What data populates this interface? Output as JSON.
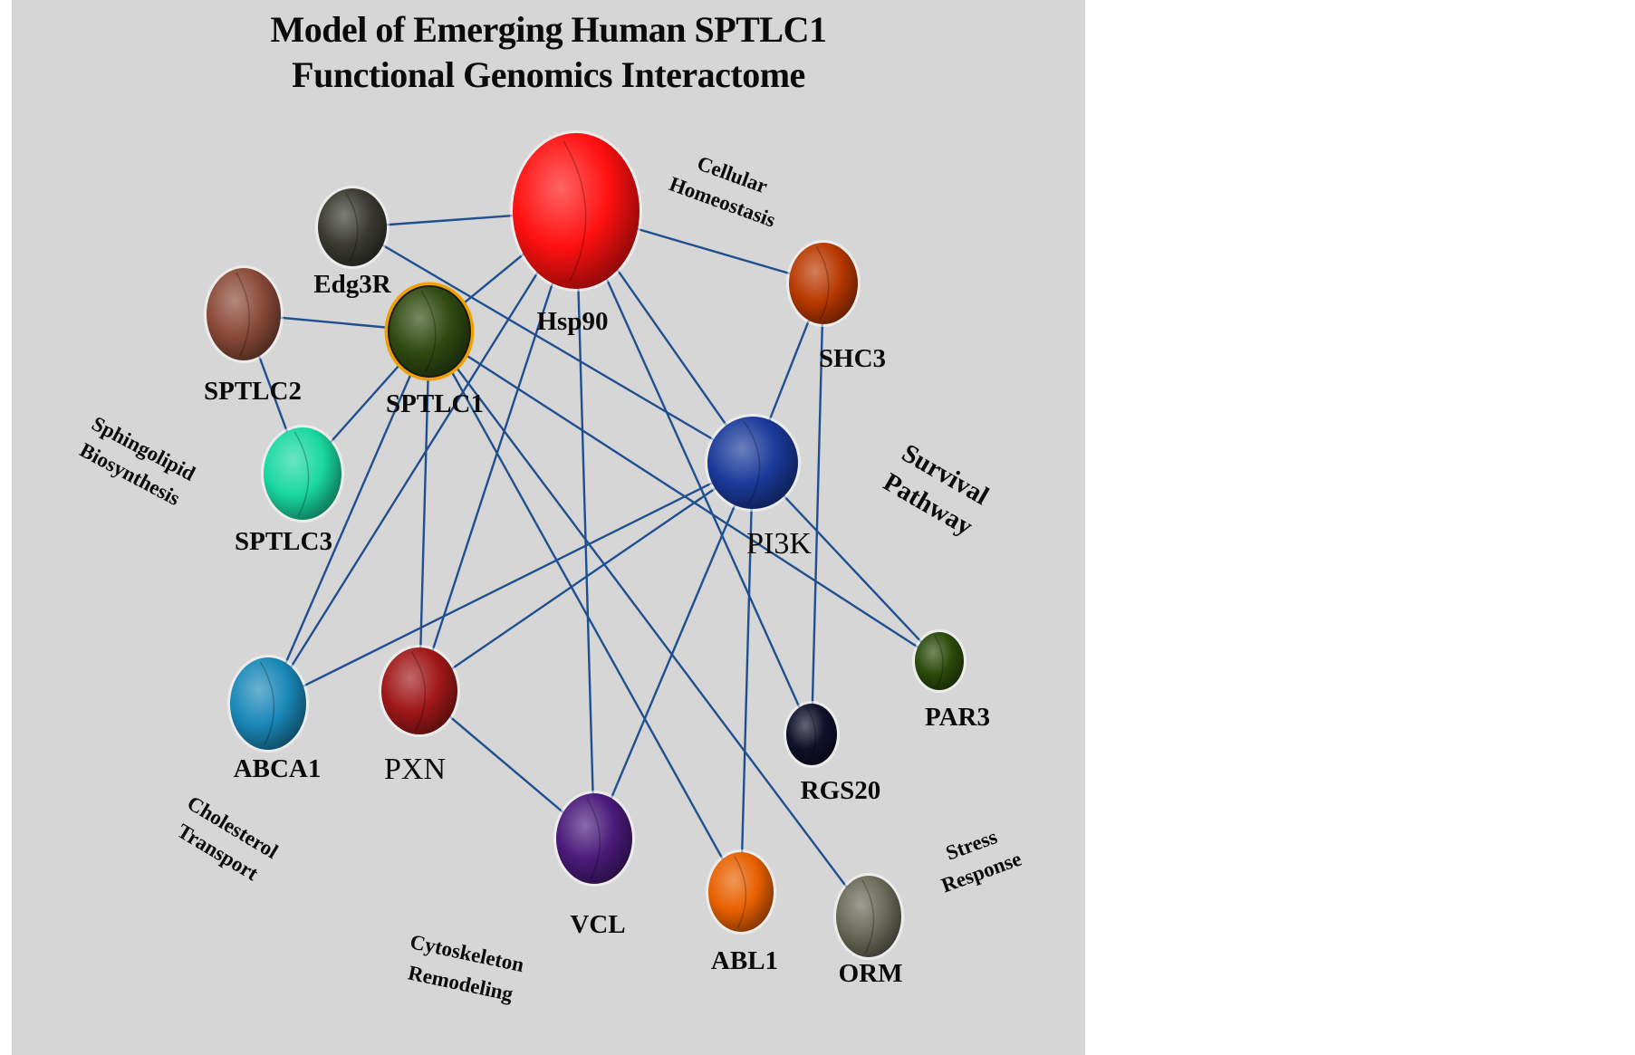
{
  "title": {
    "line1": "Model of Emerging Human SPTLC1",
    "line2": "Functional Genomics Interactome"
  },
  "nodes": [
    {
      "id": "hsp90",
      "label": "Hsp90",
      "color": "#ff1010"
    },
    {
      "id": "edg3r",
      "label": "Edg3R",
      "color": "#3a3a32"
    },
    {
      "id": "sptlc2",
      "label": "SPTLC2",
      "color": "#8a4a38"
    },
    {
      "id": "sptlc1",
      "label": "SPTLC1",
      "color": "#2e4a10",
      "ring": "#f0a000"
    },
    {
      "id": "sptlc3",
      "label": "SPTLC3",
      "color": "#1ad8a0"
    },
    {
      "id": "shc3",
      "label": "SHC3",
      "color": "#b83800"
    },
    {
      "id": "pi3k",
      "label": "PI3K",
      "color": "#1a3a9a"
    },
    {
      "id": "abca1",
      "label": "ABCA1",
      "color": "#1a88b8"
    },
    {
      "id": "pxn",
      "label": "PXN",
      "color": "#a01818"
    },
    {
      "id": "vcl",
      "label": "VCL",
      "color": "#4a1a7a"
    },
    {
      "id": "abl1",
      "label": "ABL1",
      "color": "#e86000"
    },
    {
      "id": "orm",
      "label": "ORM",
      "color": "#6a6a58"
    },
    {
      "id": "rgs20",
      "label": "RGS20",
      "color": "#10102a"
    },
    {
      "id": "par3",
      "label": "PAR3",
      "color": "#2a4a0a"
    }
  ],
  "edges": [
    [
      "hsp90",
      "edg3r"
    ],
    [
      "hsp90",
      "shc3"
    ],
    [
      "hsp90",
      "sptlc1"
    ],
    [
      "hsp90",
      "abca1"
    ],
    [
      "hsp90",
      "pxn"
    ],
    [
      "hsp90",
      "vcl"
    ],
    [
      "hsp90",
      "pi3k"
    ],
    [
      "hsp90",
      "rgs20"
    ],
    [
      "edg3r",
      "pi3k"
    ],
    [
      "sptlc2",
      "sptlc1"
    ],
    [
      "sptlc2",
      "sptlc3"
    ],
    [
      "sptlc1",
      "sptlc3"
    ],
    [
      "sptlc1",
      "abca1"
    ],
    [
      "sptlc1",
      "pxn"
    ],
    [
      "sptlc1",
      "abl1"
    ],
    [
      "sptlc1",
      "orm"
    ],
    [
      "sptlc1",
      "par3"
    ],
    [
      "shc3",
      "pi3k"
    ],
    [
      "shc3",
      "rgs20"
    ],
    [
      "pi3k",
      "abca1"
    ],
    [
      "pi3k",
      "pxn"
    ],
    [
      "pi3k",
      "vcl"
    ],
    [
      "pi3k",
      "abl1"
    ],
    [
      "pi3k",
      "par3"
    ],
    [
      "pxn",
      "vcl"
    ]
  ],
  "groups": [
    {
      "id": "cellular-homeostasis",
      "lines": [
        "Cellular",
        "Homeostasis"
      ]
    },
    {
      "id": "sphingolipid-biosynthesis",
      "lines": [
        "Sphingolipid",
        "Biosynthesis"
      ]
    },
    {
      "id": "survival-pathway",
      "lines": [
        "Survival",
        "Pathway"
      ]
    },
    {
      "id": "cholesterol-transport",
      "lines": [
        "Cholesterol",
        "Transport"
      ]
    },
    {
      "id": "cytoskeleton-remodeling",
      "lines": [
        "Cytoskeleton",
        "Remodeling"
      ]
    },
    {
      "id": "stress-response",
      "lines": [
        "Stress",
        "Response"
      ]
    }
  ]
}
